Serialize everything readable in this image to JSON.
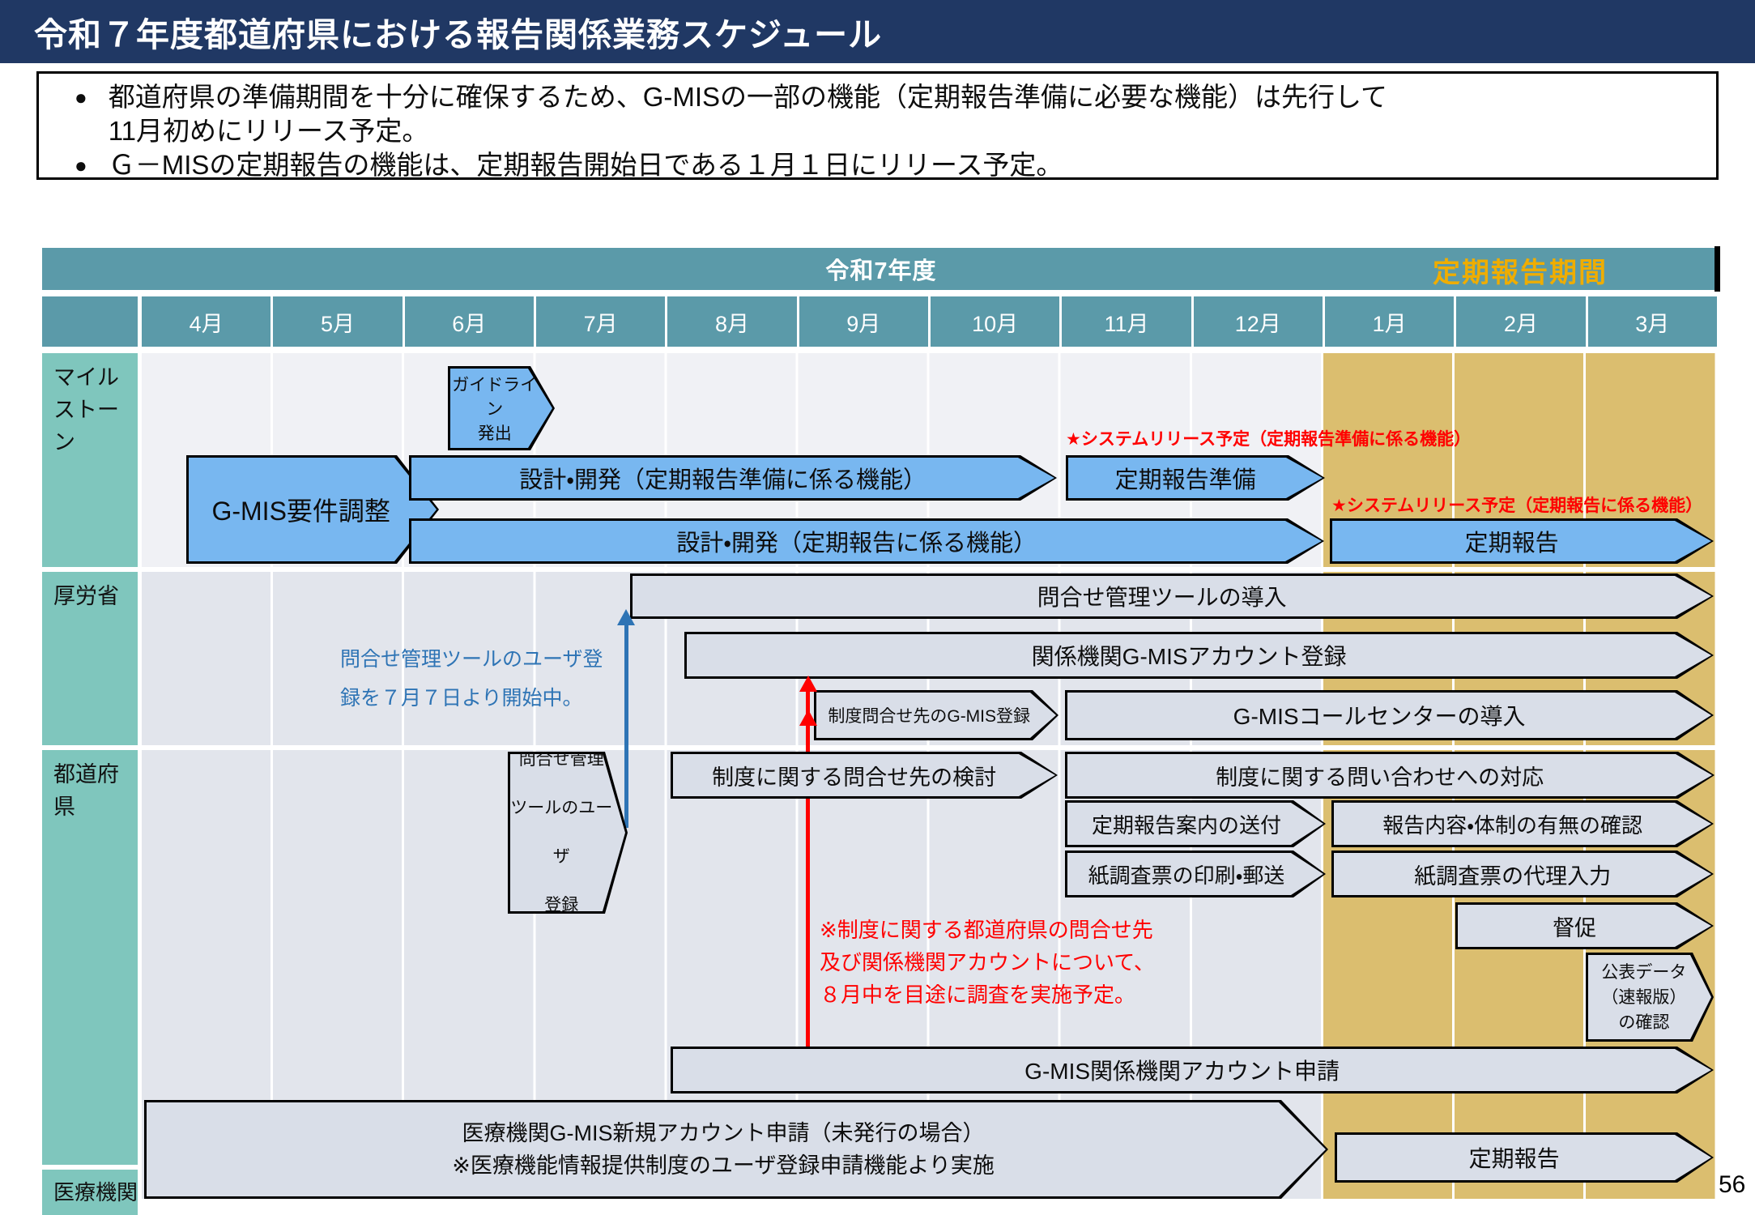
{
  "title": "令和７年度都道府県における報告関係業務スケジュール",
  "bullets": [
    "都道府県の準備期間を十分に確保するため、G-MISの一部の機能（定期報告準備に必要な機能）は先行して11月初めにリリース予定。",
    "Ｇ－MISの定期報告の機能は、定期報告開始日である１月１日にリリース予定。"
  ],
  "timeline": {
    "fiscal_year_label": "令和7年度",
    "reporting_period_label": "定期報告期間",
    "months": [
      "4月",
      "5月",
      "6月",
      "7月",
      "8月",
      "9月",
      "10月",
      "11月",
      "12月",
      "1月",
      "2月",
      "3月"
    ],
    "sections": {
      "milestone": "マイル\nストーン",
      "mhlw": "厚労省",
      "pref": "都道府県",
      "med": "医療機関"
    }
  },
  "bars": {
    "guideline": {
      "label": "ガイドライン\n発出",
      "span": "6月"
    },
    "gmis_req": {
      "label": "G-MIS要件調整",
      "span": "4月〜6月"
    },
    "design_dev_prep": {
      "label": "設計・開発（定期報告準備に係る機能）",
      "span": "6月〜10月"
    },
    "report_prep": {
      "label": "定期報告準備",
      "span": "11月〜12月"
    },
    "design_dev_report": {
      "label": "設計・開発（定期報告に係る機能）",
      "span": "6月〜12月"
    },
    "periodic_report_ms": {
      "label": "定期報告",
      "span": "1月〜3月"
    },
    "inquiry_tool": {
      "label": "問合せ管理ツールの導入",
      "span": "7月〜3月"
    },
    "org_account_reg": {
      "label": "関係機関G-MISアカウント登録",
      "span": "8月〜3月"
    },
    "inquiry_gmis_reg": {
      "label": "制度問合せ先のG-MIS登録",
      "span": "9月〜10月"
    },
    "callcenter": {
      "label": "G-MISコールセンターの導入",
      "span": "11月〜3月"
    },
    "user_reg": {
      "label": "問合せ管理\nツールのユーザ\n登録",
      "span": "6月〜7月"
    },
    "contact_review": {
      "label": "制度に関する問合せ先の検討",
      "span": "8月〜10月"
    },
    "inquiry_response": {
      "label": "制度に関する問い合わせへの対応",
      "span": "11月〜3月"
    },
    "guide_send": {
      "label": "定期報告案内の送付",
      "span": "11月〜12月"
    },
    "content_check": {
      "label": "報告内容・体制の有無の確認",
      "span": "1月〜3月"
    },
    "print_mail": {
      "label": "紙調査票の印刷・郵送",
      "span": "11月〜12月"
    },
    "proxy_input": {
      "label": "紙調査票の代理入力",
      "span": "1月〜3月"
    },
    "reminder": {
      "label": "督促",
      "span": "2月〜3月"
    },
    "published_data": {
      "label": "公表データ\n（速報版）\nの確認",
      "span": "3月"
    },
    "org_account_apply": {
      "label": "G-MIS関係機関アカウント申請",
      "span": "8月〜3月"
    },
    "med_new_account": {
      "label": "医療機関G-MIS新規アカウント申請（未発行の場合）\n※医療機能情報提供制度のユーザ登録申請機能より実施",
      "span": "4月〜12月"
    },
    "med_periodic": {
      "label": "定期報告",
      "span": "1月〜3月"
    }
  },
  "notes": {
    "release_prep": "★システムリリース予定（定期報告準備に係る機能）",
    "release_report": "★システムリリース予定（定期報告に係る機能）",
    "user_reg_start": "問合せ管理ツールのユーザ登\n録を７月７日より開始中。",
    "survey_plan": "※制度に関する都道府県の問合せ先\n及び関係機関アカウントについて、\n８月中を目途に調査を実施予定。"
  },
  "colors": {
    "title_bar": "#203864",
    "header_teal": "#5b9aa9",
    "section_teal": "#7fc6bd",
    "blue_bar": "#78b7f0",
    "gray_bar": "#d9dee8",
    "gold_period": "#dbbe6f",
    "period_text": "#efad00",
    "note_blue": "#2e74b5",
    "note_red": "#ff0000"
  },
  "page_number": "56"
}
